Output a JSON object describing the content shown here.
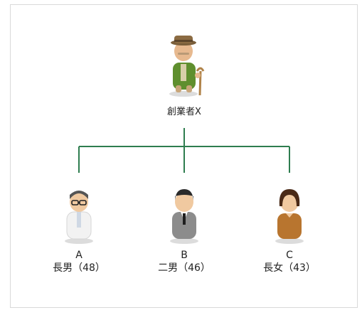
{
  "founder": {
    "label": "創業者X",
    "icon": "elderly-man-with-cane-icon"
  },
  "children": [
    {
      "letter": "A",
      "relation": "長男（48）",
      "icon": "man-with-glasses-white-coat-icon"
    },
    {
      "letter": "B",
      "relation": "二男（46）",
      "icon": "man-in-gray-suit-icon"
    },
    {
      "letter": "C",
      "relation": "長女（43）",
      "icon": "woman-in-brown-dress-icon"
    }
  ],
  "colors": {
    "connector": "#2e7d4f",
    "frame": "#d9d9d9"
  }
}
